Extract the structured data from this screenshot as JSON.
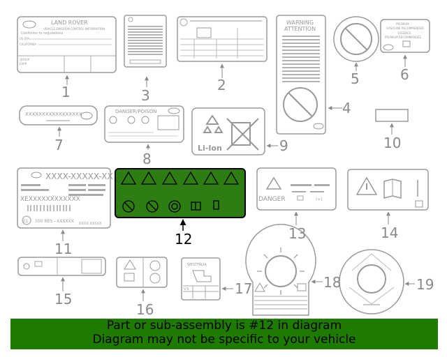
{
  "callouts": {
    "c1": "1",
    "c2": "2",
    "c3": "3",
    "c4": "4",
    "c5": "5",
    "c6": "6",
    "c7": "7",
    "c8": "8",
    "c9": "9",
    "c10": "10",
    "c11": "11",
    "c12": "12",
    "c13": "13",
    "c14": "14",
    "c15": "15",
    "c16": "16",
    "c17": "17",
    "c18": "18",
    "c19": "19"
  },
  "highlighted_part": "12",
  "label_texts": {
    "land_rover": "LAND ROVER",
    "vehicle_emission": "VEHICLE EMISSION CONTROL INFORMATION",
    "conforms": "Conforms to regulations",
    "us_epa": "US EPA",
    "california": "CALIFORNIA",
    "group": "GROUP",
    "evap": "EVAP",
    "warning": "WARNING",
    "attention": "ATTENTION",
    "premium": "PREMIUM",
    "gasoline": "GASOLINE RECOMMENDED",
    "essence": "ESSENCE",
    "premium_fr": "PREMIUM RECOMMANDÉE",
    "serial_x": "XXXXXXXXXXXXXXXXX",
    "danger_poison": "DANGER/POISON",
    "li_ion": "Li-Ion",
    "vin_big": "XXXX-XXXXX-XX",
    "vin_row": "XEXXXXXXXXXXXX",
    "e1": "E1",
    "res": "100 RES - XXXXXX",
    "res_code": "XXXX XXXXX",
    "danger": "DANGER",
    "westfalia": "WESTFALIA",
    "vs": "V.S"
  },
  "banner": {
    "line1": "Part or sub-assembly is #12 in diagram",
    "line2": "Diagram may not be specific to your vehicle"
  },
  "colors": {
    "highlight_fill": "#2e7d12",
    "banner_bg": "#1f7a00",
    "outline": "#9a9a9a"
  }
}
